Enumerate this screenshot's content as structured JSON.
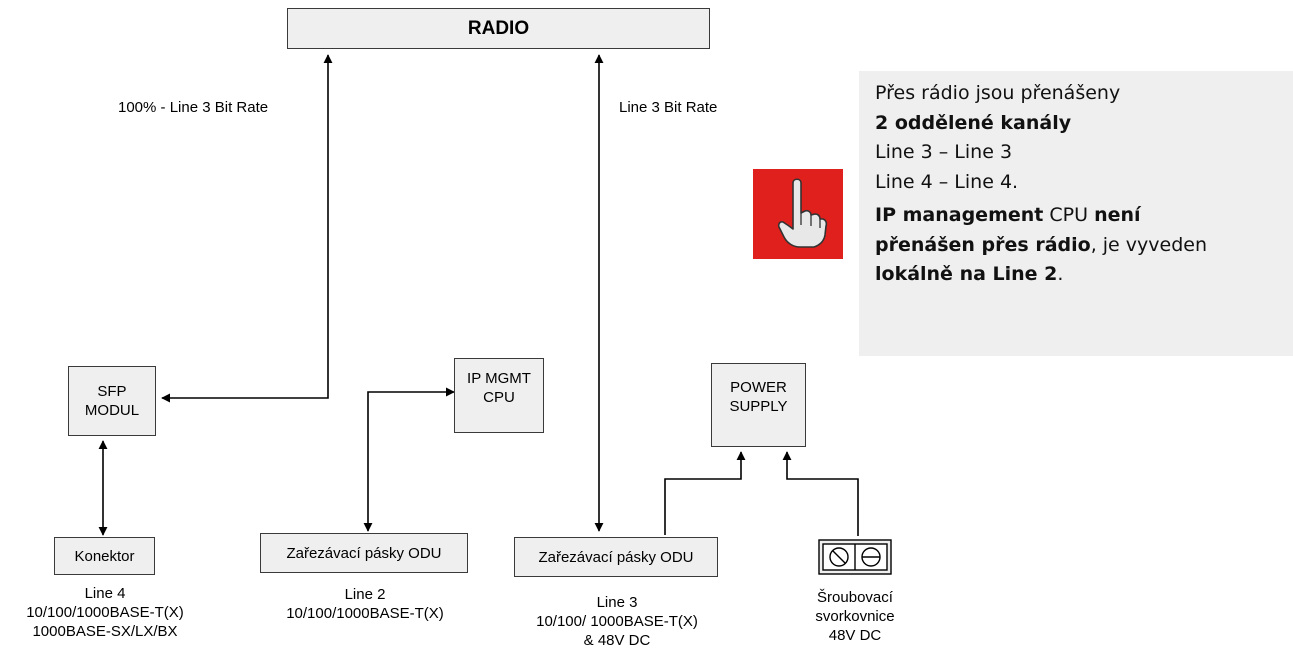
{
  "nodes": {
    "radio": "RADIO",
    "sfp": [
      "SFP",
      "MODUL"
    ],
    "ipmgmt": [
      "IP MGMT",
      "CPU"
    ],
    "power": [
      "POWER",
      "SUPPLY"
    ],
    "konektor": "Konektor",
    "odu_left": "Zařezávací pásky ODU",
    "odu_right": "Zařezávací pásky ODU"
  },
  "link_labels": {
    "left": "100% - Line 3 Bit Rate",
    "right": "Line 3 Bit Rate"
  },
  "captions": {
    "line4": [
      "Line 4",
      "10/100/1000BASE-T(X)",
      "1000BASE-SX/LX/BX"
    ],
    "line2": [
      "Line 2",
      "10/100/1000BASE-T(X)"
    ],
    "line3": [
      "Line 3",
      "10/100/ 1000BASE-T(X)",
      "& 48V DC"
    ],
    "terminal": [
      "Šroubovací",
      "svorkovnice",
      "48V DC"
    ]
  },
  "note": {
    "line1": "Přes rádio jsou přenášeny",
    "line2_bold": "2 oddělené kanály",
    "line3": "Line 3 – Line 3",
    "line4": "Line 4 – Line 4.",
    "p2_b1": "IP management",
    "p2_t1": " CPU ",
    "p2_b2": "není",
    "p2_b3": "přenášen přes rádio",
    "p2_t2": ", je vyveden",
    "p2_b4": "lokálně na Line 2",
    "p2_t3": "."
  },
  "icons": {
    "warning": "hand-pointing-up-icon",
    "terminal": "screw-terminal-icon"
  },
  "colors": {
    "box_fill": "#efefef",
    "box_border": "#3a3a3a",
    "note_fill": "#efefef",
    "warning_bg": "#e0201c"
  }
}
